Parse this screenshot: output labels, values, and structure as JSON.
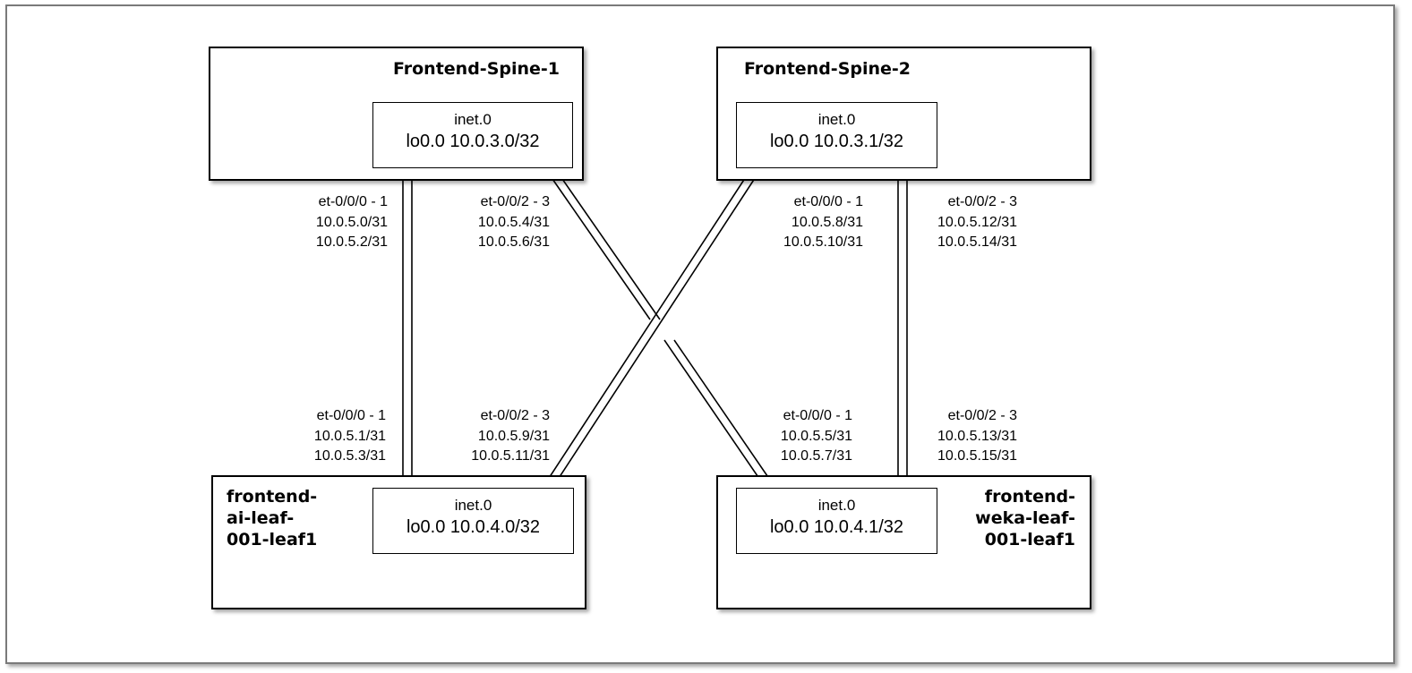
{
  "devices": {
    "spine1": {
      "name": "Frontend-Spine-1",
      "rt_table": "inet.0",
      "rt_lo": "lo0.0 10.0.3.0/32"
    },
    "spine2": {
      "name": "Frontend-Spine-2",
      "rt_table": "inet.0",
      "rt_lo": "lo0.0 10.0.3.1/32"
    },
    "leaf1": {
      "name": "frontend-\nai-leaf-\n001-leaf1",
      "rt_table": "inet.0",
      "rt_lo": "lo0.0 10.0.4.0/32"
    },
    "leaf2": {
      "name": "frontend-\nweka-leaf-\n001-leaf1",
      "rt_table": "inet.0",
      "rt_lo": "lo0.0 10.0.4.1/32"
    }
  },
  "ports": {
    "s1_a": {
      "iface": "et-0/0/0 - 1",
      "ip1": "10.0.5.0/31",
      "ip2": "10.0.5.2/31"
    },
    "s1_b": {
      "iface": "et-0/0/2 - 3",
      "ip1": "10.0.5.4/31",
      "ip2": "10.0.5.6/31"
    },
    "s2_a": {
      "iface": "et-0/0/0 - 1",
      "ip1": "10.0.5.8/31",
      "ip2": "10.0.5.10/31"
    },
    "s2_b": {
      "iface": "et-0/0/2 - 3",
      "ip1": "10.0.5.12/31",
      "ip2": "10.0.5.14/31"
    },
    "l1_a": {
      "iface": "et-0/0/0 - 1",
      "ip1": "10.0.5.1/31",
      "ip2": "10.0.5.3/31"
    },
    "l1_b": {
      "iface": "et-0/0/2 - 3",
      "ip1": "10.0.5.9/31",
      "ip2": "10.0.5.11/31"
    },
    "l2_a": {
      "iface": "et-0/0/0 - 1",
      "ip1": "10.0.5.5/31",
      "ip2": "10.0.5.7/31"
    },
    "l2_b": {
      "iface": "et-0/0/2 - 3",
      "ip1": "10.0.5.13/31",
      "ip2": "10.0.5.15/31"
    }
  },
  "links": [
    {
      "from": "spine1",
      "to": "leaf1"
    },
    {
      "from": "spine1",
      "to": "leaf2"
    },
    {
      "from": "spine2",
      "to": "leaf1"
    },
    {
      "from": "spine2",
      "to": "leaf2"
    }
  ],
  "colors": {
    "line": "#000000",
    "frame": "#7a7a7a"
  }
}
